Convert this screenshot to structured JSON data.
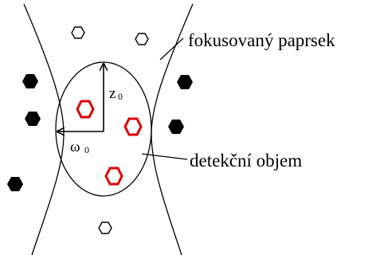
{
  "labels": {
    "beam": "fokusovaný paprsek",
    "volume": "detekční objem",
    "z_symbol": "z",
    "z_subscript": "0",
    "omega_symbol": "ω",
    "omega_subscript": "0"
  },
  "colors": {
    "line": "#000000",
    "filled_particle": "#000000",
    "hollow_particle": "#000000",
    "detected_particle": "#e00000",
    "background": "#ffffff"
  }
}
